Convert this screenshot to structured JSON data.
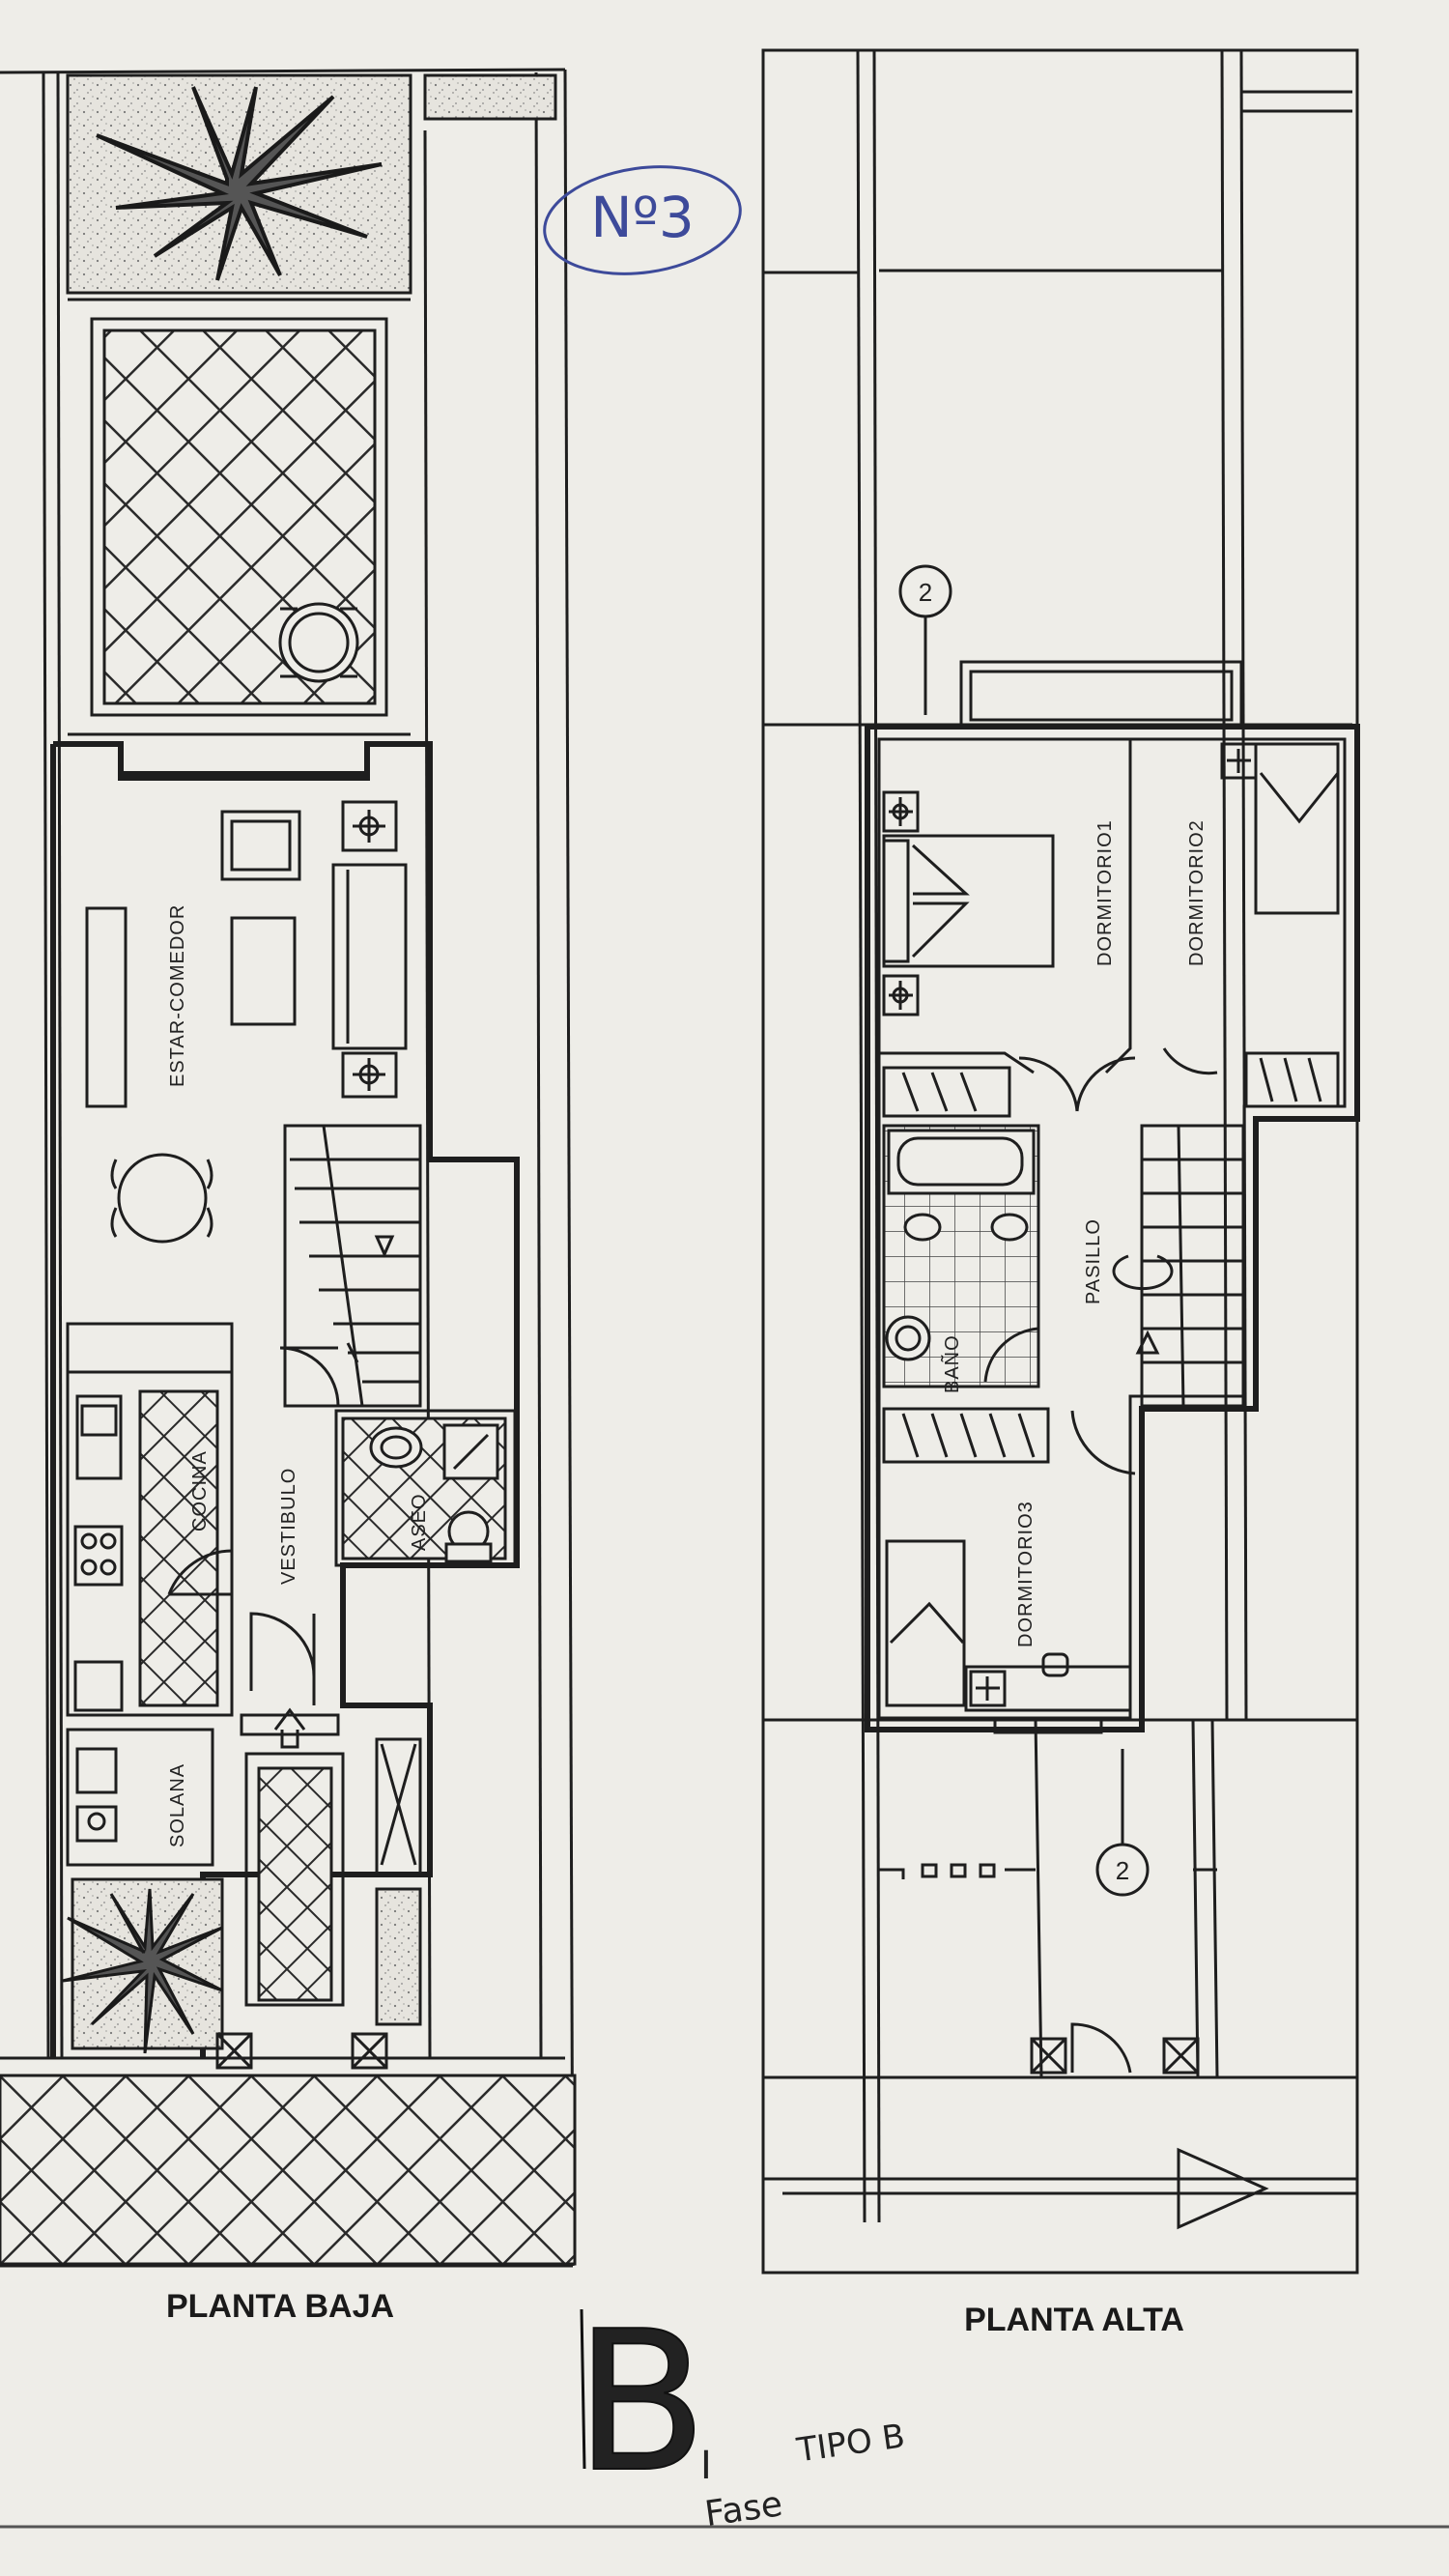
{
  "sheet": {
    "handwritten_number": "Nº3",
    "handwritten_letter": "B",
    "handwritten_phase_roman": "I",
    "handwritten_phase_word": "Fase",
    "handwritten_type": "TIPO B"
  },
  "ground_floor": {
    "title": "PLANTA BAJA",
    "rooms": {
      "estar_comedor": "ESTAR-COMEDOR",
      "cocina": "COCINA",
      "vestibulo": "VESTIBULO",
      "aseo": "ASEO",
      "solana": "SOLANA"
    }
  },
  "upper_floor": {
    "title": "PLANTA ALTA",
    "rooms": {
      "dormitorio1": "DORMITORIO1",
      "dormitorio2": "DORMITORIO2",
      "dormitorio3": "DORMITORIO3",
      "pasillo": "PASILLO",
      "bano": "BAÑO"
    },
    "section_markers": [
      "2",
      "2"
    ]
  },
  "colors": {
    "line": "#1e1e1e",
    "paper": "#eeede8",
    "hatch": "#3a3a3a",
    "ink_blue": "#3d4a9a"
  }
}
